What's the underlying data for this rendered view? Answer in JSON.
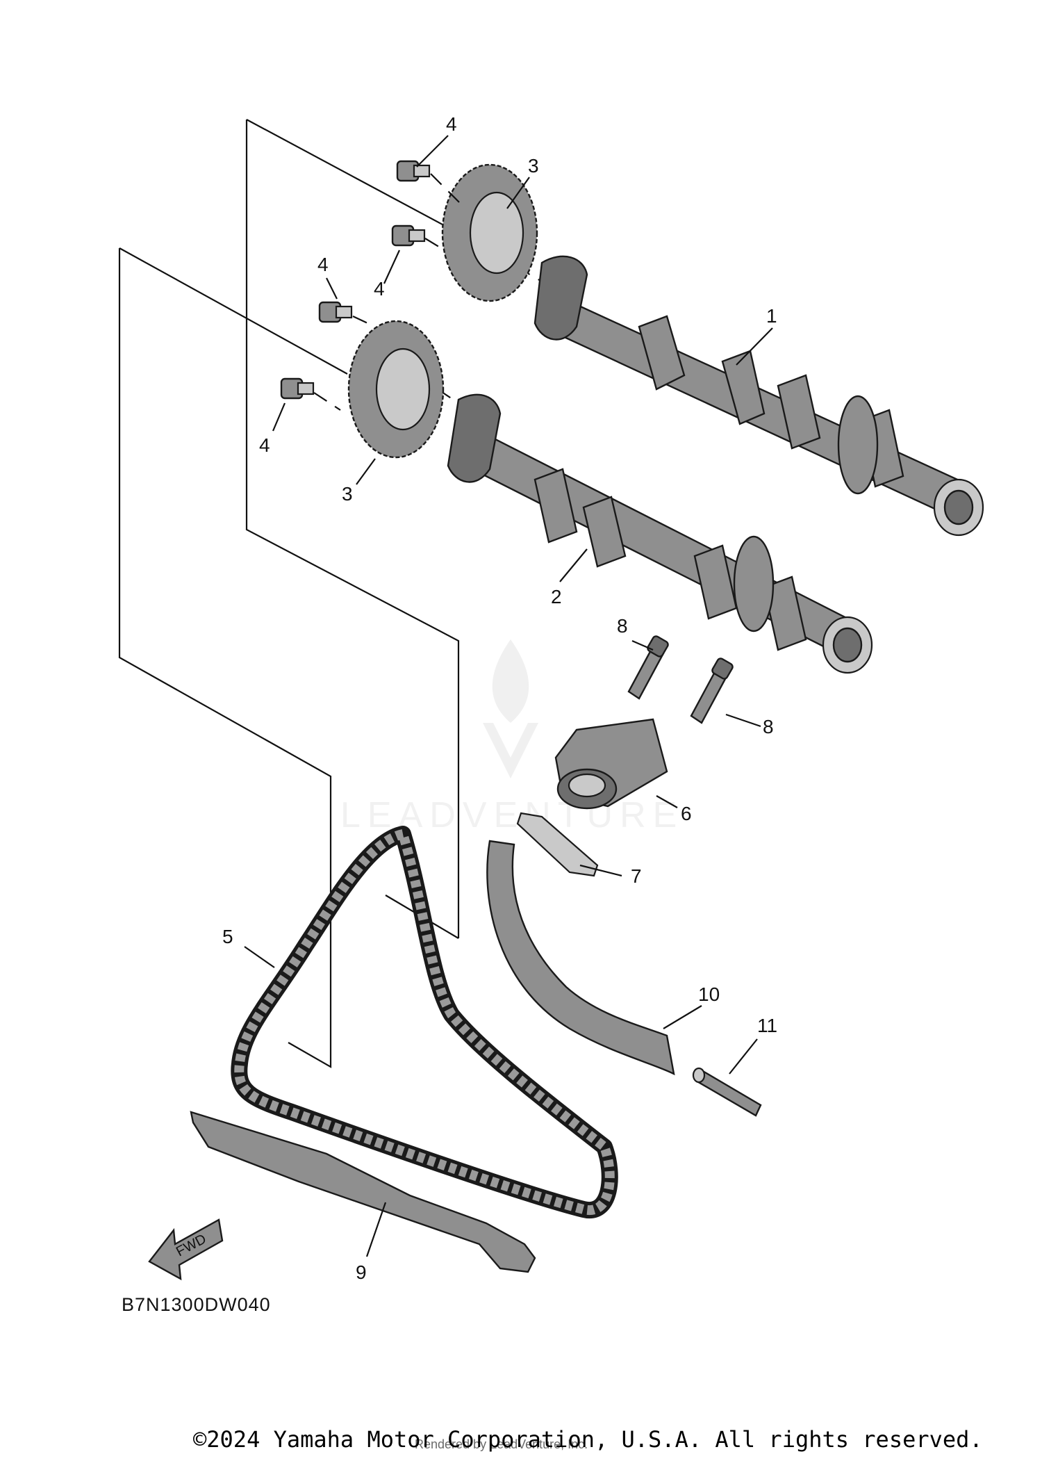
{
  "diagram": {
    "code": "B7N1300DW040",
    "fwd_label": "FWD",
    "watermark_text": "LEADVENTURE",
    "callouts": [
      {
        "id": "c1",
        "label": "1",
        "part": "camshaft-1"
      },
      {
        "id": "c2",
        "label": "2",
        "part": "camshaft-2"
      },
      {
        "id": "c3a",
        "label": "3",
        "part": "cam-sprocket"
      },
      {
        "id": "c3b",
        "label": "3",
        "part": "cam-sprocket"
      },
      {
        "id": "c4a",
        "label": "4",
        "part": "sprocket-bolt"
      },
      {
        "id": "c4b",
        "label": "4",
        "part": "sprocket-bolt"
      },
      {
        "id": "c4c",
        "label": "4",
        "part": "sprocket-bolt"
      },
      {
        "id": "c4d",
        "label": "4",
        "part": "sprocket-bolt"
      },
      {
        "id": "c5",
        "label": "5",
        "part": "timing-chain"
      },
      {
        "id": "c6",
        "label": "6",
        "part": "chain-tensioner"
      },
      {
        "id": "c7",
        "label": "7",
        "part": "tensioner-gasket"
      },
      {
        "id": "c8a",
        "label": "8",
        "part": "tensioner-bolt"
      },
      {
        "id": "c8b",
        "label": "8",
        "part": "tensioner-bolt"
      },
      {
        "id": "c9",
        "label": "9",
        "part": "chain-guide"
      },
      {
        "id": "c10",
        "label": "10",
        "part": "tensioner-guide"
      },
      {
        "id": "c11",
        "label": "11",
        "part": "guide-pin"
      }
    ]
  },
  "footer": {
    "copyright": "©2024 Yamaha Motor Corporation, U.S.A. All rights reserved.",
    "credit": "Rendered by LeadVenture, Inc."
  }
}
